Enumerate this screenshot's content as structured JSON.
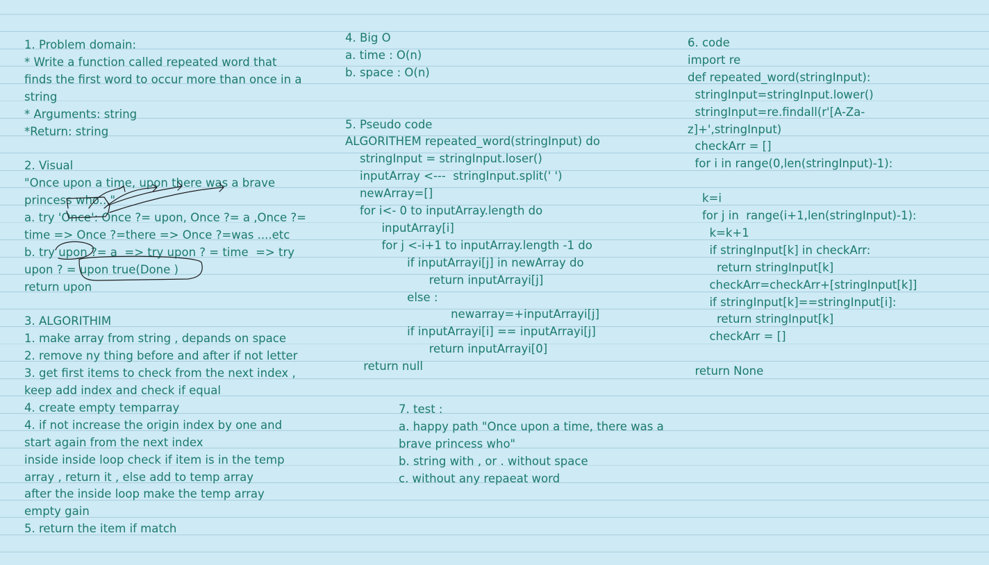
{
  "ink_color": "#1c7a6b",
  "section1": [
    "1. Problem domain:",
    "* Write a function called repeated word that",
    "finds the first word to occur more than once in a",
    "string",
    "* Arguments: string",
    "*Return: string",
    "",
    "2. Visual",
    "\"Once upon a time, upon there was a brave",
    "princess who...\"",
    "a. try 'Once': Once ?= upon, Once ?= a ,Once ?=",
    "time => Once ?=there => Once ?=was ....etc",
    "b. try upon ?= a  => try upon ? = time  => try",
    "upon ? = upon true(Done )",
    "return upon",
    "",
    "3. ALGORITHIM",
    "1. make array from string , depands on space",
    "2. remove ny thing before and after if not letter",
    "3. get first items to check from the next index ,",
    "keep add index and check if equal",
    "4. create empty temparray",
    "4. if not increase the origin index by one and",
    "start again from the next index",
    "inside inside loop check if item is in the temp",
    "array , return it , else add to temp array",
    "after the inside loop make the temp array",
    "empty gain",
    "5. return the item if match"
  ],
  "section2": [
    "4. Big O",
    "a. time : O(n)",
    "b. space : O(n)",
    "",
    "",
    "5. Pseudo code",
    "ALGORITHEM repeated_word(stringInput) do",
    "    stringInput = stringInput.loser()",
    "    inputArray <---  stringInput.split(' ')",
    "    newArray=[]",
    "    for i<- 0 to inputArray.length do",
    "          inputArray[i]",
    "          for j <-i+1 to inputArray.length -1 do",
    "                 if inputArrayi[j] in newArray do",
    "                       return inputArrayi[j]",
    "                 else :",
    "                             newarray=+inputArrayi[j]",
    "                 if inputArrayi[i] == inputArrayi[j]",
    "                       return inputArrayi[0]",
    "     return null"
  ],
  "section3": [
    "6. code",
    "import re",
    "def repeated_word(stringInput):",
    "  stringInput=stringInput.lower()",
    "  stringInput=re.findall(r'[A-Za-",
    "z]+',stringInput)",
    "  checkArr = []",
    "  for i in range(0,len(stringInput)-1):",
    "",
    "    k=i",
    "    for j in  range(i+1,len(stringInput)-1):",
    "      k=k+1",
    "      if stringInput[k] in checkArr:",
    "        return stringInput[k]",
    "      checkArr=checkArr+[stringInput[k]]",
    "      if stringInput[k]==stringInput[i]:",
    "        return stringInput[k]",
    "      checkArr = []",
    "",
    "  return None"
  ],
  "section4": [
    "7. test :",
    "a. happy path \"Once upon a time, there was a",
    "brave princess who\"",
    "b. string with , or . without space",
    "c. without any repaeat word"
  ]
}
